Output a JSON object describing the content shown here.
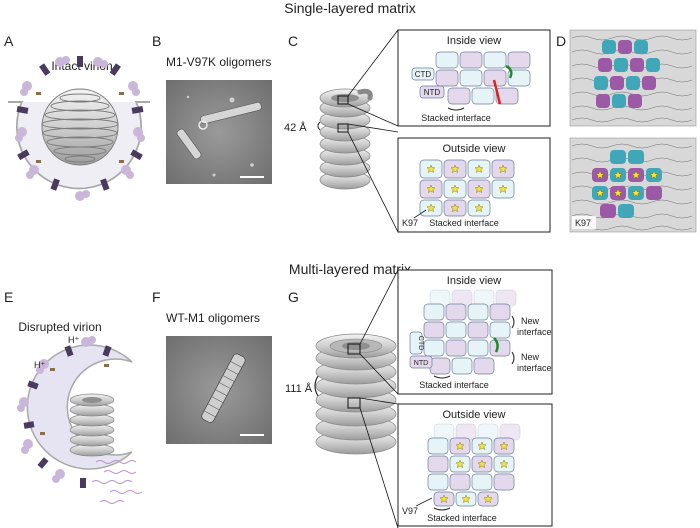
{
  "sections": {
    "top_title": "Single-layered matrix",
    "bottom_title": "Multi-layered matrix"
  },
  "panel_letters": [
    "A",
    "B",
    "C",
    "D",
    "E",
    "F",
    "G"
  ],
  "panel_a": {
    "label": "Intact virion"
  },
  "panel_b": {
    "label": "M1-V97K oligomers"
  },
  "panel_c": {
    "dimension": "42 Å",
    "inside_view": {
      "title": "Inside view",
      "ctd": "CTD",
      "ntd": "NTD",
      "caption": "Stacked interface"
    },
    "outside_view": {
      "title": "Outside view",
      "residue": "K97",
      "caption": "Stacked interface"
    }
  },
  "panel_d": {
    "residue": "K97"
  },
  "panel_e": {
    "label": "Disrupted virion",
    "proton_1": "H⁺",
    "proton_2": "H⁺"
  },
  "panel_f": {
    "label": "WT-M1 oligomers"
  },
  "panel_g": {
    "dimension": "111 Å",
    "inside_view": {
      "title": "Inside view",
      "ctd": "CTD",
      "ntd": "NTD",
      "new_interface_1": "New interface",
      "new_interface_2": "New interface",
      "caption": "Stacked interface"
    },
    "outside_view": {
      "title": "Outside view",
      "residue": "V97",
      "caption": "Stacked interface"
    }
  },
  "colors": {
    "purple": "#c9b6d9",
    "cyan": "#cde8ee",
    "dark_purple": "#4a3a5e",
    "gray_line": "#9a9a9a",
    "cell_blue": "#e6f3f7",
    "cell_purple": "#e3d8ec",
    "em_bg": "#8c8c8c",
    "star": "#f5e642"
  }
}
